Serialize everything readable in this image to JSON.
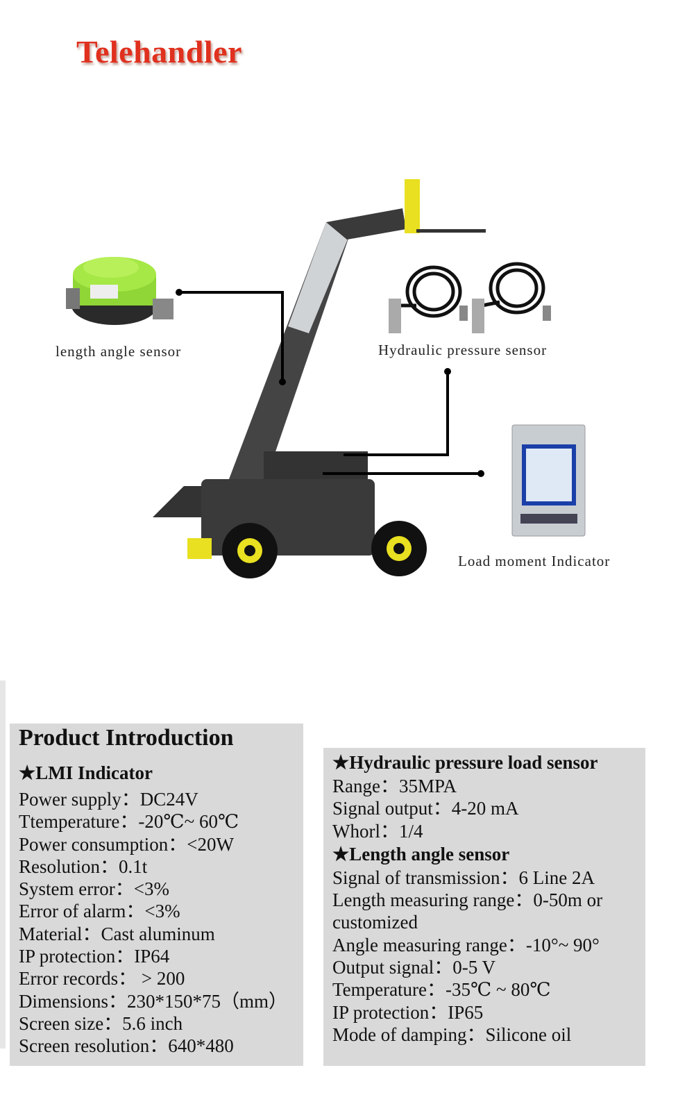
{
  "title": "Telehandler",
  "labels": {
    "length_angle_sensor": "length angle sensor",
    "hydraulic_pressure_sensor": "Hydraulic pressure sensor",
    "load_moment_indicator": "Load moment Indicator"
  },
  "left_panel": {
    "heading": "Product Introduction",
    "section": "★LMI Indicator",
    "lines": [
      "Power supply：DC24V",
      "Ttemperature：-20℃~ 60℃",
      "Power consumption：<20W",
      "Resolution：0.1t",
      "System error：<3%",
      "Error of alarm：<3%",
      "Material：Cast aluminum",
      "IP protection：IP64",
      "Error records： > 200",
      "Dimensions：230*150*75（mm）",
      "Screen size：5.6 inch",
      "Screen resolution：640*480"
    ]
  },
  "right_panel": {
    "section1": "★Hydraulic pressure load sensor",
    "lines1": [
      "Range：35MPA",
      "Signal output：4-20 mA",
      "Whorl：1/4"
    ],
    "section2": "★Length angle sensor",
    "lines2": [
      "Signal of transmission：6 Line 2A",
      "Length measuring range：0-50m or",
      "customized",
      "Angle measuring range：-10°~ 90°",
      "Output signal：0-5 V",
      "Temperature：-35℃ ~ 80℃",
      "IP protection：IP65",
      "Mode of damping：Silicone oil"
    ]
  },
  "colors": {
    "title": "#e0301e",
    "panel": "#d9d9d9",
    "machine": "#3a3a3a",
    "accent": "#e8e020",
    "sensor": "#9be03a"
  }
}
